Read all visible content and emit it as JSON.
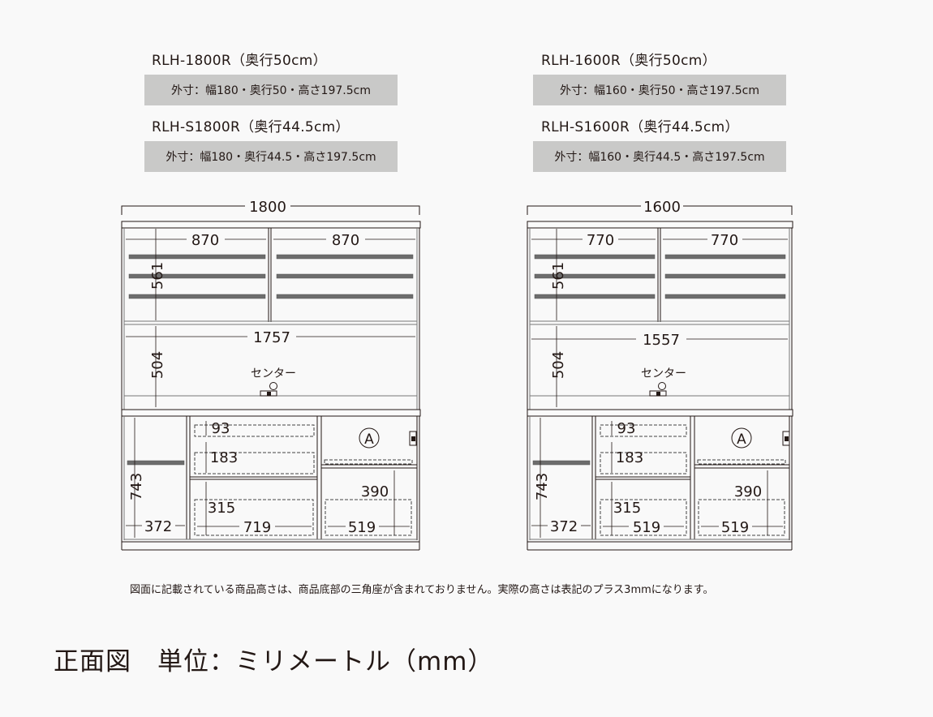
{
  "models": [
    {
      "name_50": "RLH-1800R（奥行50cm）",
      "spec_50": "外寸：幅180・奥行50・高さ197.5cm",
      "name_445": "RLH-S1800R（奥行44.5cm）",
      "spec_445": "外寸：幅180・奥行44.5・高さ197.5cm",
      "dims": {
        "overall_width": "1800",
        "upper_left_width": "870",
        "upper_right_width": "870",
        "upper_height": "561",
        "middle_width": "1757",
        "middle_height": "504",
        "center_label": "センター",
        "lower_height": "743",
        "lower_left_width": "372",
        "drawer_top": "93",
        "drawer_mid": "183",
        "drawer_bottom_height": "315",
        "drawer_bottom_width": "719",
        "right_compartment_height": "390",
        "right_compartment_width": "519",
        "marker": "A"
      }
    },
    {
      "name_50": "RLH-1600R（奥行50cm）",
      "spec_50": "外寸：幅160・奥行50・高さ197.5cm",
      "name_445": "RLH-S1600R（奥行44.5cm）",
      "spec_445": "外寸：幅160・奥行44.5・高さ197.5cm",
      "dims": {
        "overall_width": "1600",
        "upper_left_width": "770",
        "upper_right_width": "770",
        "upper_height": "561",
        "middle_width": "1557",
        "middle_height": "504",
        "center_label": "センター",
        "lower_height": "743",
        "lower_left_width": "372",
        "drawer_top": "93",
        "drawer_mid": "183",
        "drawer_bottom_height": "315",
        "drawer_bottom_width": "519",
        "right_compartment_height": "390",
        "right_compartment_width": "519",
        "marker": "A"
      }
    }
  ],
  "note": "図面に記載されている商品高さは、商品底部の三角座が含まれておりません。実際の高さは表記のプラス3mmになります。",
  "title": "正面図　単位：ミリメートル（mm）",
  "colors": {
    "background": "#f9f9f9",
    "spec_box": "#c9c9c8",
    "line": "#231815",
    "shelf": "#6d6d6d"
  }
}
